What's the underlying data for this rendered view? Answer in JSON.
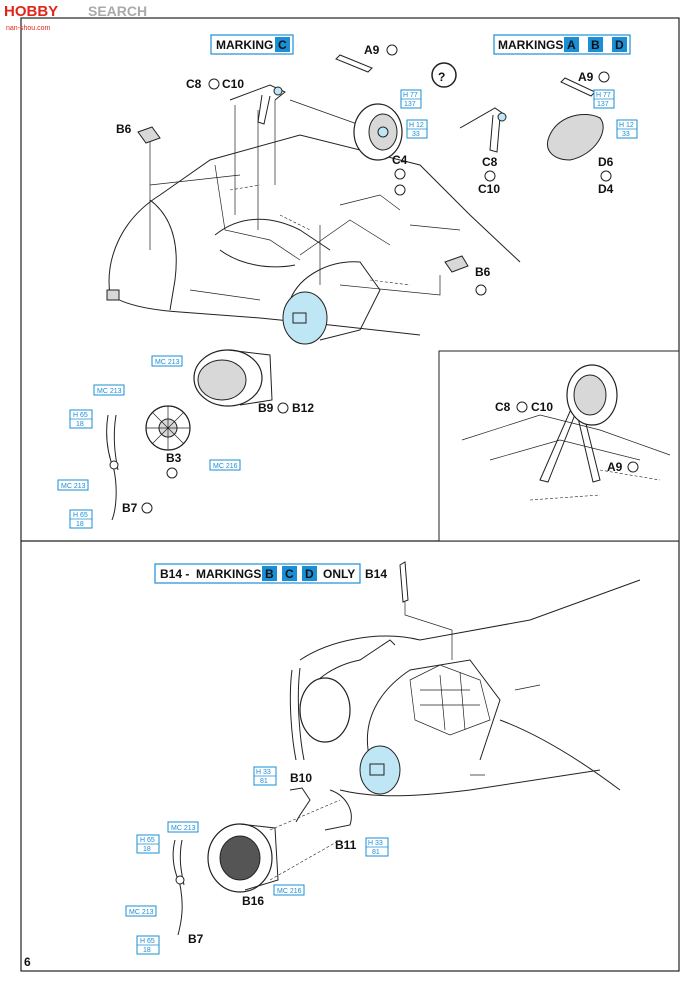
{
  "header": {
    "logo_text": "HOBBY",
    "watermark": "SEARCH",
    "site": "nan-shou.com"
  },
  "page_number": "6",
  "top_section": {
    "title_marking_c": "MARKING",
    "marking_c_letter": "C",
    "title_markings_abd": "MARKINGS",
    "markings_abd_letters": [
      "A",
      "B",
      "D"
    ],
    "question_mark": "?",
    "labels": {
      "a9_left": "A9",
      "c8_c10_left": "C8",
      "c10_left": "C10",
      "b6_left": "B6",
      "c4": "C4",
      "a9_right": "A9",
      "c8_right": "C8",
      "c10_right": "C10",
      "d6": "D6",
      "d4": "D4",
      "b6_right": "B6",
      "b9": "B9",
      "b12": "B12",
      "b3": "B3",
      "b7": "B7",
      "detail_c8": "C8",
      "detail_c10": "C10",
      "detail_a9": "A9"
    },
    "paint_refs": {
      "h77_a_top": "H 77",
      "h77_a_bot": "137",
      "h12_a_top": "H 12",
      "h12_a_bot": "33",
      "h77_b_top": "H 77",
      "h77_b_bot": "137",
      "h12_b_top": "H 12",
      "h12_b_bot": "33",
      "mc213_cowl": "MC 213",
      "mc213_engine": "MC 213",
      "mc216_engine": "MC 216",
      "h65_top_a": "H 65",
      "h65_bot_a": "18",
      "mc213_prop": "MC 213",
      "h65_top_b": "H 65",
      "h65_bot_b": "18"
    }
  },
  "bottom_section": {
    "title_prefix": "B14 -",
    "title_markings": "MARKINGS",
    "markings_letters": [
      "B",
      "C",
      "D"
    ],
    "title_suffix": "ONLY",
    "labels": {
      "b14": "B14",
      "b10": "B10",
      "b11": "B11",
      "b16": "B16",
      "b7": "B7"
    },
    "paint_refs": {
      "h33_a_top": "H 33",
      "h33_a_bot": "81",
      "h33_b_top": "H 33",
      "h33_b_bot": "81",
      "mc213_cowl": "MC 213",
      "mc216_engine": "MC 216",
      "h65_top_a": "H 65",
      "h65_bot_a": "18",
      "mc213_prop": "MC 213",
      "h65_top_b": "H 65",
      "h65_bot_b": "18"
    }
  },
  "colors": {
    "marking_blue": "#1a8fd6",
    "part_blue": "#bfe6f5",
    "logo_red": "#e0261b"
  }
}
